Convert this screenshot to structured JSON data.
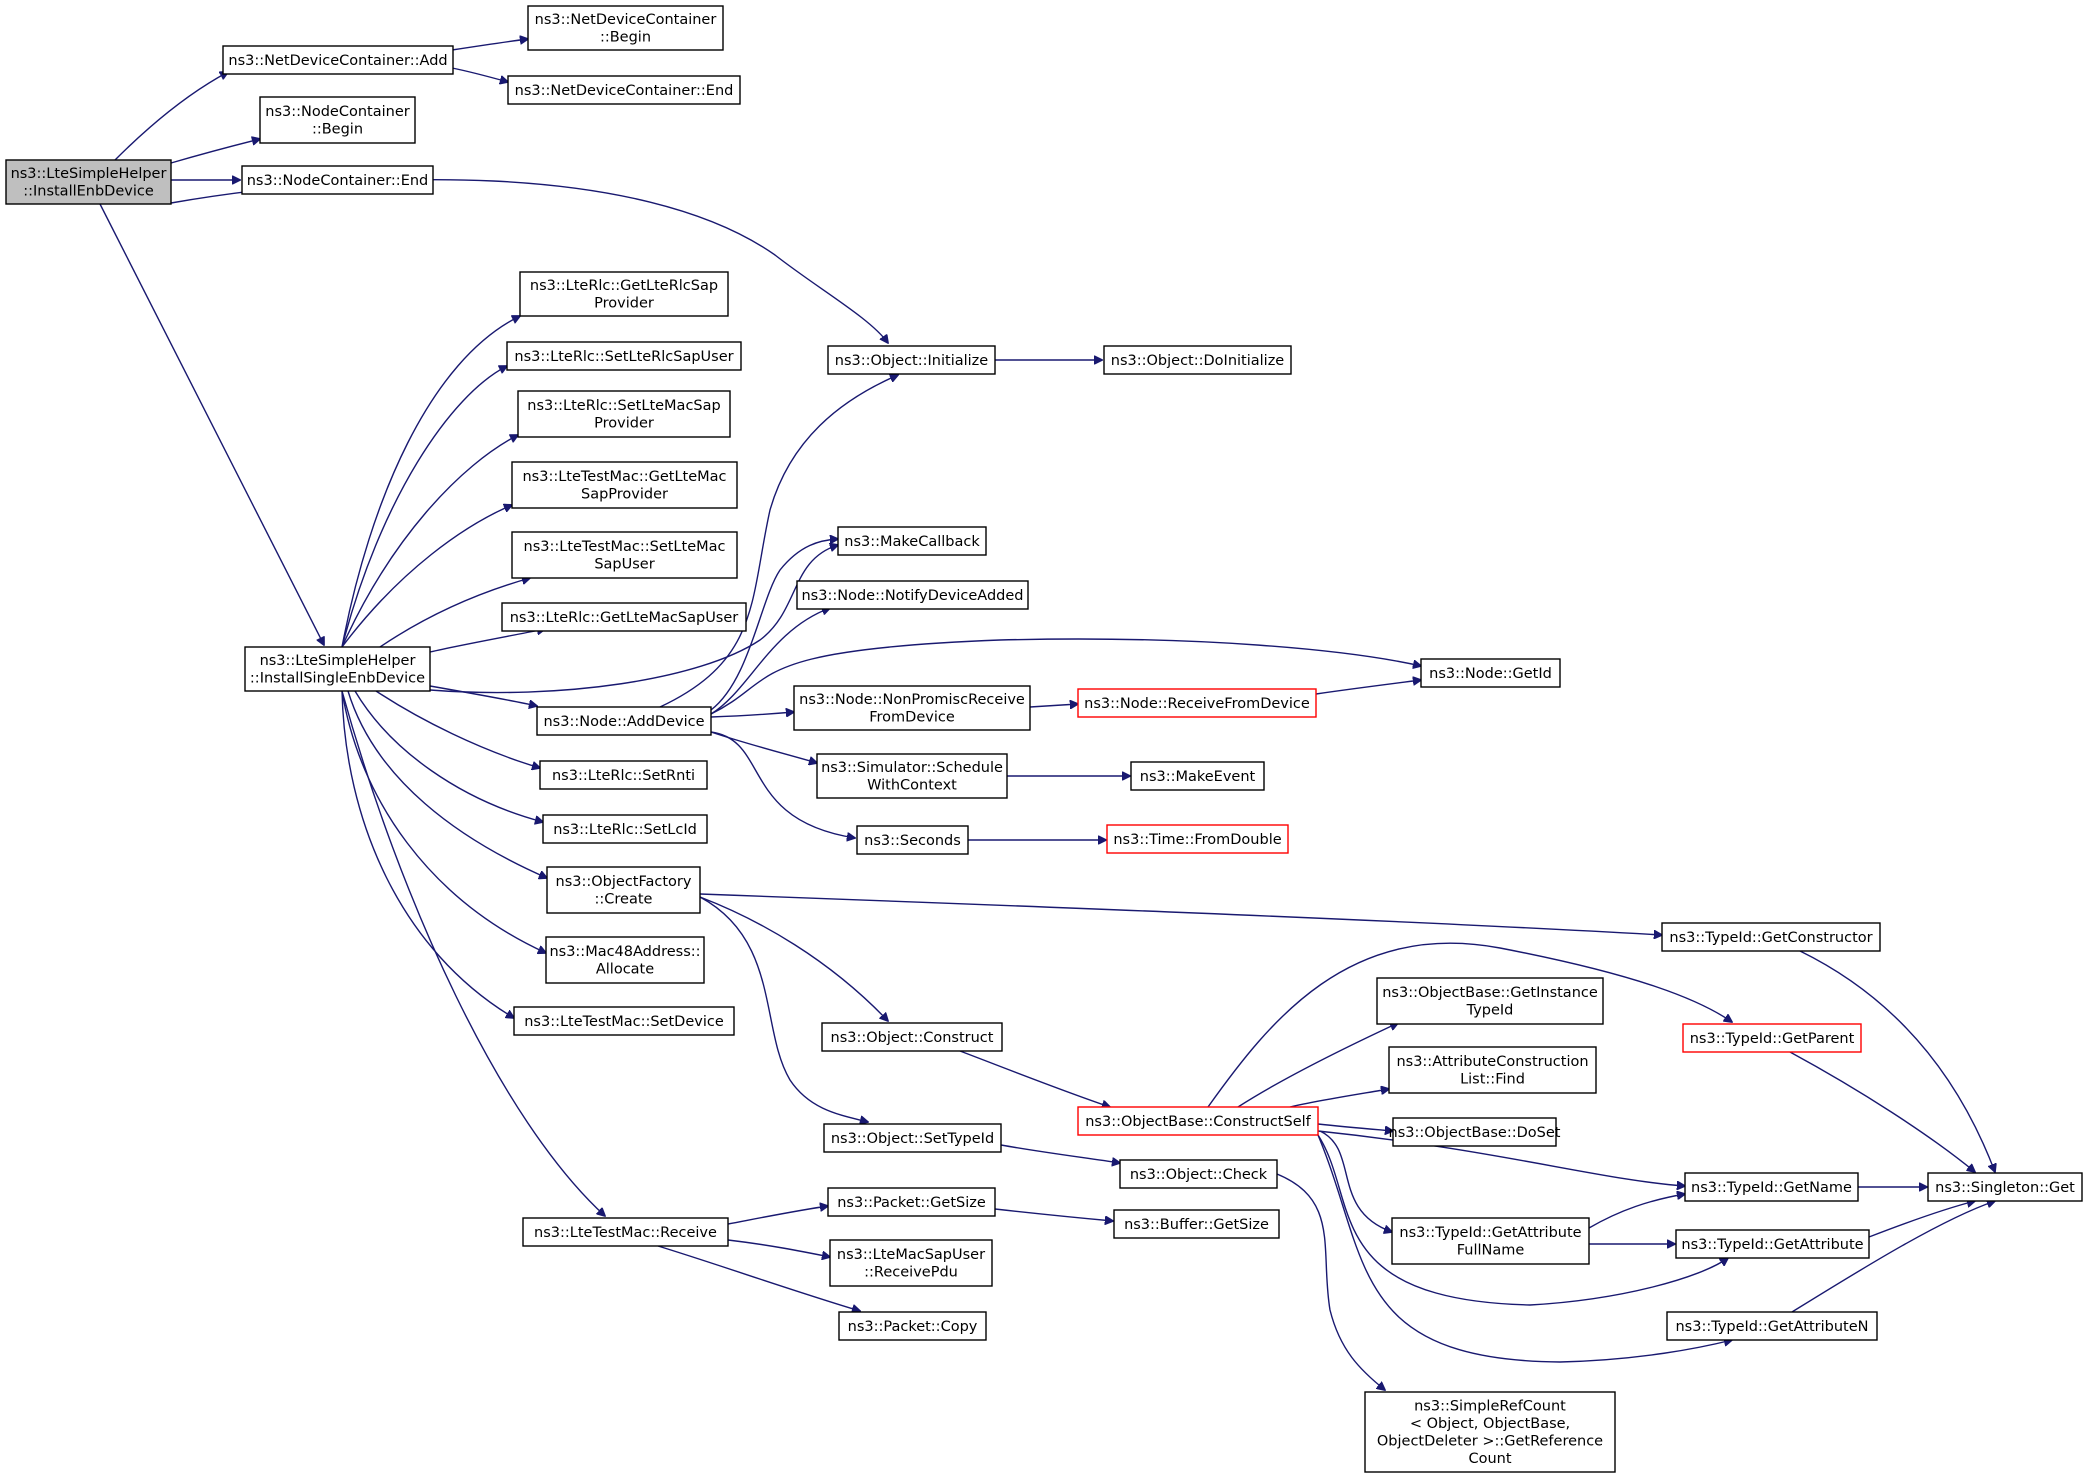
{
  "diagram": {
    "type": "call-graph",
    "colors": {
      "edge": "#191970",
      "node_border": "#000000",
      "truncated_node_border": "#ff0000",
      "root_fill": "#bfbfbf"
    },
    "nodes": [
      {
        "id": "install_enb",
        "lines": [
          "ns3::LteSimpleHelper",
          "::InstallEnbDevice"
        ]
      },
      {
        "id": "ndc_add",
        "lines": [
          "ns3::NetDeviceContainer::Add"
        ]
      },
      {
        "id": "ndc_begin",
        "lines": [
          "ns3::NetDeviceContainer",
          "::Begin"
        ]
      },
      {
        "id": "ndc_end",
        "lines": [
          "ns3::NetDeviceContainer::End"
        ]
      },
      {
        "id": "nc_begin",
        "lines": [
          "ns3::NodeContainer",
          "::Begin"
        ]
      },
      {
        "id": "nc_end",
        "lines": [
          "ns3::NodeContainer::End"
        ]
      },
      {
        "id": "obj_init",
        "lines": [
          "ns3::Object::Initialize"
        ]
      },
      {
        "id": "obj_doinit",
        "lines": [
          "ns3::Object::DoInitialize"
        ]
      },
      {
        "id": "install_single",
        "lines": [
          "ns3::LteSimpleHelper",
          "::InstallSingleEnbDevice"
        ]
      },
      {
        "id": "rlc_getsapprov",
        "lines": [
          "ns3::LteRlc::GetLteRlcSap",
          "Provider"
        ]
      },
      {
        "id": "rlc_setsapuser",
        "lines": [
          "ns3::LteRlc::SetLteRlcSapUser"
        ]
      },
      {
        "id": "rlc_setmacsapprov",
        "lines": [
          "ns3::LteRlc::SetLteMacSap",
          "Provider"
        ]
      },
      {
        "id": "mac_getsapprov",
        "lines": [
          "ns3::LteTestMac::GetLteMac",
          "SapProvider"
        ]
      },
      {
        "id": "mac_setsapuser",
        "lines": [
          "ns3::LteTestMac::SetLteMac",
          "SapUser"
        ]
      },
      {
        "id": "rlc_getmacsapuser",
        "lines": [
          "ns3::LteRlc::GetLteMacSapUser"
        ]
      },
      {
        "id": "node_adddevice",
        "lines": [
          "ns3::Node::AddDevice"
        ]
      },
      {
        "id": "rlc_setrnti",
        "lines": [
          "ns3::LteRlc::SetRnti"
        ]
      },
      {
        "id": "rlc_setlcid",
        "lines": [
          "ns3::LteRlc::SetLcId"
        ]
      },
      {
        "id": "of_create",
        "lines": [
          "ns3::ObjectFactory",
          "::Create"
        ]
      },
      {
        "id": "mac48_alloc",
        "lines": [
          "ns3::Mac48Address::",
          "Allocate"
        ]
      },
      {
        "id": "mac_setdevice",
        "lines": [
          "ns3::LteTestMac::SetDevice"
        ]
      },
      {
        "id": "mac_receive",
        "lines": [
          "ns3::LteTestMac::Receive"
        ]
      },
      {
        "id": "makecallback",
        "lines": [
          "ns3::MakeCallback"
        ]
      },
      {
        "id": "notifydevadded",
        "lines": [
          "ns3::Node::NotifyDeviceAdded"
        ]
      },
      {
        "id": "nonpromisc",
        "lines": [
          "ns3::Node::NonPromiscReceive",
          "FromDevice"
        ]
      },
      {
        "id": "receivefromdev",
        "lines": [
          "ns3::Node::ReceiveFromDevice"
        ],
        "red": true
      },
      {
        "id": "node_getid",
        "lines": [
          "ns3::Node::GetId"
        ]
      },
      {
        "id": "sched_ctx",
        "lines": [
          "ns3::Simulator::Schedule",
          "WithContext"
        ]
      },
      {
        "id": "makeevent",
        "lines": [
          "ns3::MakeEvent"
        ]
      },
      {
        "id": "seconds",
        "lines": [
          "ns3::Seconds"
        ]
      },
      {
        "id": "fromdouble",
        "lines": [
          "ns3::Time::FromDouble"
        ],
        "red": true
      },
      {
        "id": "tid_getctor",
        "lines": [
          "ns3::TypeId::GetConstructor"
        ]
      },
      {
        "id": "obj_construct",
        "lines": [
          "ns3::Object::Construct"
        ]
      },
      {
        "id": "obj_settypeid",
        "lines": [
          "ns3::Object::SetTypeId"
        ]
      },
      {
        "id": "constructself",
        "lines": [
          "ns3::ObjectBase::ConstructSelf"
        ],
        "red": true
      },
      {
        "id": "getinsttid",
        "lines": [
          "ns3::ObjectBase::GetInstance",
          "TypeId"
        ]
      },
      {
        "id": "acl_find",
        "lines": [
          "ns3::AttributeConstruction",
          "List::Find"
        ]
      },
      {
        "id": "doset",
        "lines": [
          "ns3::ObjectBase::DoSet"
        ]
      },
      {
        "id": "tid_getparent",
        "lines": [
          "ns3::TypeId::GetParent"
        ],
        "red": true
      },
      {
        "id": "tid_getname",
        "lines": [
          "ns3::TypeId::GetName"
        ]
      },
      {
        "id": "singleton_get",
        "lines": [
          "ns3::Singleton::Get"
        ]
      },
      {
        "id": "tid_getattrfull",
        "lines": [
          "ns3::TypeId::GetAttribute",
          "FullName"
        ]
      },
      {
        "id": "tid_getattr",
        "lines": [
          "ns3::TypeId::GetAttribute"
        ]
      },
      {
        "id": "tid_getattrn",
        "lines": [
          "ns3::TypeId::GetAttributeN"
        ]
      },
      {
        "id": "obj_check",
        "lines": [
          "ns3::Object::Check"
        ]
      },
      {
        "id": "pkt_getsize",
        "lines": [
          "ns3::Packet::GetSize"
        ]
      },
      {
        "id": "buf_getsize",
        "lines": [
          "ns3::Buffer::GetSize"
        ]
      },
      {
        "id": "recvpdu",
        "lines": [
          "ns3::LteMacSapUser",
          "::ReceivePdu"
        ]
      },
      {
        "id": "pkt_copy",
        "lines": [
          "ns3::Packet::Copy"
        ]
      },
      {
        "id": "srefcount",
        "lines": [
          "ns3::SimpleRefCount",
          "< Object, ObjectBase,",
          "ObjectDeleter >::GetReference",
          "Count"
        ]
      }
    ],
    "edges": [
      [
        "install_enb",
        "ndc_add"
      ],
      [
        "ndc_add",
        "ndc_begin"
      ],
      [
        "ndc_add",
        "ndc_end"
      ],
      [
        "install_enb",
        "nc_begin"
      ],
      [
        "install_enb",
        "nc_end"
      ],
      [
        "install_enb",
        "obj_init"
      ],
      [
        "install_enb",
        "install_single"
      ],
      [
        "obj_init",
        "obj_doinit"
      ],
      [
        "install_single",
        "rlc_getsapprov"
      ],
      [
        "install_single",
        "rlc_setsapuser"
      ],
      [
        "install_single",
        "rlc_setmacsapprov"
      ],
      [
        "install_single",
        "mac_getsapprov"
      ],
      [
        "install_single",
        "mac_setsapuser"
      ],
      [
        "install_single",
        "rlc_getmacsapuser"
      ],
      [
        "install_single",
        "makecallback"
      ],
      [
        "install_single",
        "node_adddevice"
      ],
      [
        "install_single",
        "rlc_setrnti"
      ],
      [
        "install_single",
        "rlc_setlcid"
      ],
      [
        "install_single",
        "of_create"
      ],
      [
        "install_single",
        "mac48_alloc"
      ],
      [
        "install_single",
        "mac_setdevice"
      ],
      [
        "install_single",
        "mac_receive"
      ],
      [
        "node_adddevice",
        "obj_init"
      ],
      [
        "node_adddevice",
        "makecallback"
      ],
      [
        "node_adddevice",
        "notifydevadded"
      ],
      [
        "node_adddevice",
        "node_getid"
      ],
      [
        "node_adddevice",
        "nonpromisc"
      ],
      [
        "node_adddevice",
        "sched_ctx"
      ],
      [
        "node_adddevice",
        "seconds"
      ],
      [
        "nonpromisc",
        "receivefromdev"
      ],
      [
        "receivefromdev",
        "node_getid"
      ],
      [
        "sched_ctx",
        "makeevent"
      ],
      [
        "seconds",
        "fromdouble"
      ],
      [
        "of_create",
        "tid_getctor"
      ],
      [
        "of_create",
        "obj_construct"
      ],
      [
        "of_create",
        "obj_settypeid"
      ],
      [
        "obj_construct",
        "constructself"
      ],
      [
        "obj_settypeid",
        "obj_check"
      ],
      [
        "constructself",
        "tid_getparent"
      ],
      [
        "constructself",
        "getinsttid"
      ],
      [
        "constructself",
        "acl_find"
      ],
      [
        "constructself",
        "doset"
      ],
      [
        "constructself",
        "tid_getname"
      ],
      [
        "constructself",
        "tid_getattrfull"
      ],
      [
        "constructself",
        "tid_getattr"
      ],
      [
        "constructself",
        "tid_getattrn"
      ],
      [
        "tid_getctor",
        "singleton_get"
      ],
      [
        "tid_getparent",
        "singleton_get"
      ],
      [
        "tid_getname",
        "singleton_get"
      ],
      [
        "tid_getattr",
        "singleton_get"
      ],
      [
        "tid_getattrn",
        "singleton_get"
      ],
      [
        "tid_getattrfull",
        "tid_getname"
      ],
      [
        "tid_getattrfull",
        "tid_getattr"
      ],
      [
        "obj_check",
        "srefcount"
      ],
      [
        "mac_receive",
        "pkt_getsize"
      ],
      [
        "mac_receive",
        "recvpdu"
      ],
      [
        "mac_receive",
        "pkt_copy"
      ],
      [
        "pkt_getsize",
        "buf_getsize"
      ]
    ]
  }
}
